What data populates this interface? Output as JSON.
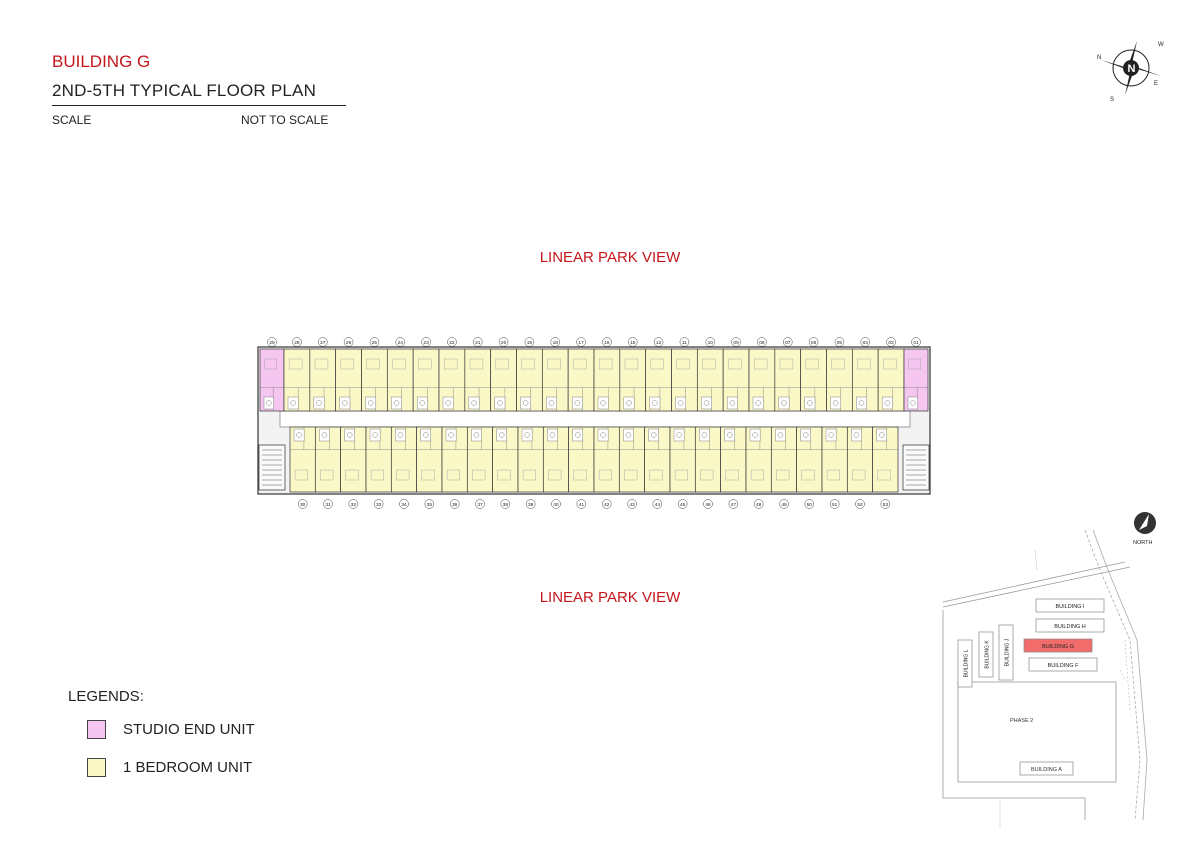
{
  "header": {
    "building": "BUILDING G",
    "plan_title": "2ND-5TH TYPICAL FLOOR PLAN",
    "scale_label": "SCALE",
    "scale_value": "NOT TO SCALE"
  },
  "views": {
    "top": "LINEAR PARK VIEW",
    "bottom": "LINEAR PARK VIEW"
  },
  "legend": {
    "title": "LEGENDS:",
    "items": [
      {
        "label": "STUDIO END UNIT",
        "color": "#f4c6f0"
      },
      {
        "label": "1 BEDROOM UNIT",
        "color": "#fbf8c8"
      }
    ]
  },
  "floor_plan": {
    "top_unit_numbers": [
      "29",
      "28",
      "27",
      "26",
      "25",
      "24",
      "23",
      "22",
      "21",
      "20",
      "19",
      "18",
      "17",
      "16",
      "15",
      "12",
      "11",
      "10",
      "09",
      "08",
      "07",
      "06",
      "05",
      "03",
      "02",
      "01"
    ],
    "bottom_unit_numbers": [
      "30",
      "31",
      "32",
      "33",
      "34",
      "35",
      "36",
      "37",
      "38",
      "39",
      "40",
      "41",
      "42",
      "43",
      "44",
      "45",
      "46",
      "47",
      "48",
      "49",
      "50",
      "51",
      "52",
      "53"
    ],
    "studio_color": "#f4c6f0",
    "bedroom_color": "#fbf8c8"
  },
  "compass": {
    "letters": [
      "N",
      "E",
      "S",
      "W"
    ],
    "center": "N"
  },
  "site_plan": {
    "north_label": "NORTH",
    "buildings_right": [
      "BUILDING I",
      "BUILDING H",
      "BUILDING G",
      "BUILDING F"
    ],
    "buildings_vertical": [
      "BUILDING L",
      "BUILDING K",
      "BUILDING J"
    ],
    "phase": "PHASE 2",
    "building_bottom": "BUILDING A",
    "highlight_color": "#f26c6c"
  }
}
